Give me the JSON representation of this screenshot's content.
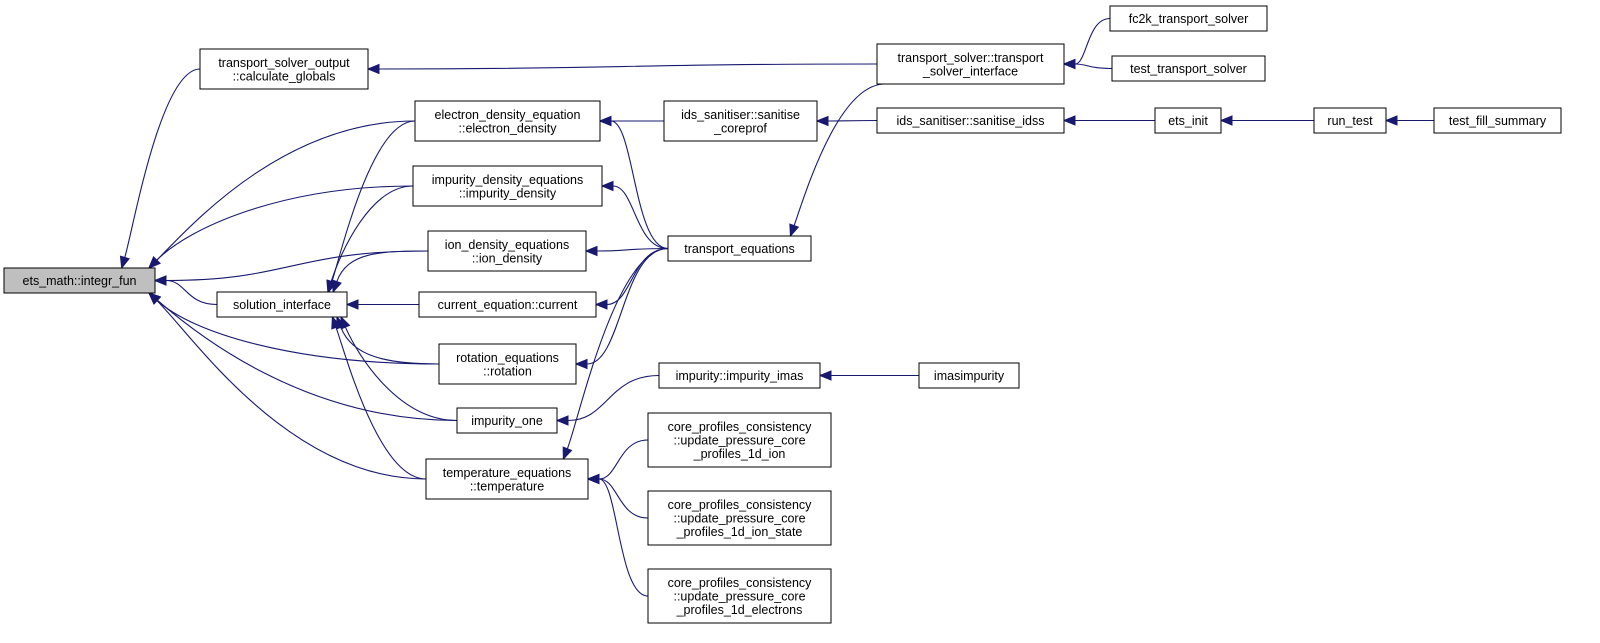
{
  "nodes": [
    {
      "id": "integr_fun",
      "lines": [
        "ets_math::integr_fun"
      ],
      "root": true
    },
    {
      "id": "calc_globals",
      "lines": [
        "transport_solver_output",
        "::calculate_globals"
      ]
    },
    {
      "id": "elec_dens",
      "lines": [
        "electron_density_equation",
        "::electron_density"
      ]
    },
    {
      "id": "imp_dens",
      "lines": [
        "impurity_density_equations",
        "::impurity_density"
      ]
    },
    {
      "id": "ion_dens",
      "lines": [
        "ion_density_equations",
        "::ion_density"
      ]
    },
    {
      "id": "sol_if",
      "lines": [
        "solution_interface"
      ]
    },
    {
      "id": "current",
      "lines": [
        "current_equation::current"
      ]
    },
    {
      "id": "rotation",
      "lines": [
        "rotation_equations",
        "::rotation"
      ]
    },
    {
      "id": "imp_one",
      "lines": [
        "impurity_one"
      ]
    },
    {
      "id": "temperature",
      "lines": [
        "temperature_equations",
        "::temperature"
      ]
    },
    {
      "id": "sanit_coreprof",
      "lines": [
        "ids_sanitiser::sanitise",
        "_coreprof"
      ]
    },
    {
      "id": "transport_eq",
      "lines": [
        "transport_equations"
      ]
    },
    {
      "id": "imp_imas",
      "lines": [
        "impurity::impurity_imas"
      ]
    },
    {
      "id": "upd_ion",
      "lines": [
        "core_profiles_consistency",
        "::update_pressure_core",
        "_profiles_1d_ion"
      ]
    },
    {
      "id": "upd_ion_state",
      "lines": [
        "core_profiles_consistency",
        "::update_pressure_core",
        "_profiles_1d_ion_state"
      ]
    },
    {
      "id": "upd_elec",
      "lines": [
        "core_profiles_consistency",
        "::update_pressure_core",
        "_profiles_1d_electrons"
      ]
    },
    {
      "id": "ts_if",
      "lines": [
        "transport_solver::transport",
        "_solver_interface"
      ]
    },
    {
      "id": "sanit_idss",
      "lines": [
        "ids_sanitiser::sanitise_idss"
      ]
    },
    {
      "id": "imasimpurity",
      "lines": [
        "imasimpurity"
      ]
    },
    {
      "id": "fc2k",
      "lines": [
        "fc2k_transport_solver"
      ]
    },
    {
      "id": "test_ts",
      "lines": [
        "test_transport_solver"
      ]
    },
    {
      "id": "ets_init",
      "lines": [
        "ets_init"
      ]
    },
    {
      "id": "run_test",
      "lines": [
        "run_test"
      ]
    },
    {
      "id": "test_fill",
      "lines": [
        "test_fill_summary"
      ]
    }
  ],
  "edges": [
    [
      "calc_globals",
      "integr_fun"
    ],
    [
      "elec_dens",
      "integr_fun"
    ],
    [
      "imp_dens",
      "integr_fun"
    ],
    [
      "ion_dens",
      "integr_fun"
    ],
    [
      "sol_if",
      "integr_fun"
    ],
    [
      "rotation",
      "integr_fun"
    ],
    [
      "imp_one",
      "integr_fun"
    ],
    [
      "temperature",
      "integr_fun"
    ],
    [
      "ts_if",
      "calc_globals"
    ],
    [
      "elec_dens",
      "sol_if"
    ],
    [
      "imp_dens",
      "sol_if"
    ],
    [
      "ion_dens",
      "sol_if"
    ],
    [
      "current",
      "sol_if"
    ],
    [
      "rotation",
      "sol_if"
    ],
    [
      "imp_one",
      "sol_if"
    ],
    [
      "temperature",
      "sol_if"
    ],
    [
      "sanit_coreprof",
      "elec_dens"
    ],
    [
      "transport_eq",
      "elec_dens"
    ],
    [
      "transport_eq",
      "imp_dens"
    ],
    [
      "transport_eq",
      "ion_dens"
    ],
    [
      "transport_eq",
      "current"
    ],
    [
      "transport_eq",
      "rotation"
    ],
    [
      "transport_eq",
      "temperature"
    ],
    [
      "imp_imas",
      "imp_one"
    ],
    [
      "upd_ion",
      "temperature"
    ],
    [
      "upd_ion_state",
      "temperature"
    ],
    [
      "upd_elec",
      "temperature"
    ],
    [
      "sanit_idss",
      "sanit_coreprof"
    ],
    [
      "ts_if",
      "transport_eq"
    ],
    [
      "imasimpurity",
      "imp_imas"
    ],
    [
      "fc2k",
      "ts_if"
    ],
    [
      "test_ts",
      "ts_if"
    ],
    [
      "ets_init",
      "sanit_idss"
    ],
    [
      "run_test",
      "ets_init"
    ],
    [
      "test_fill",
      "run_test"
    ]
  ]
}
